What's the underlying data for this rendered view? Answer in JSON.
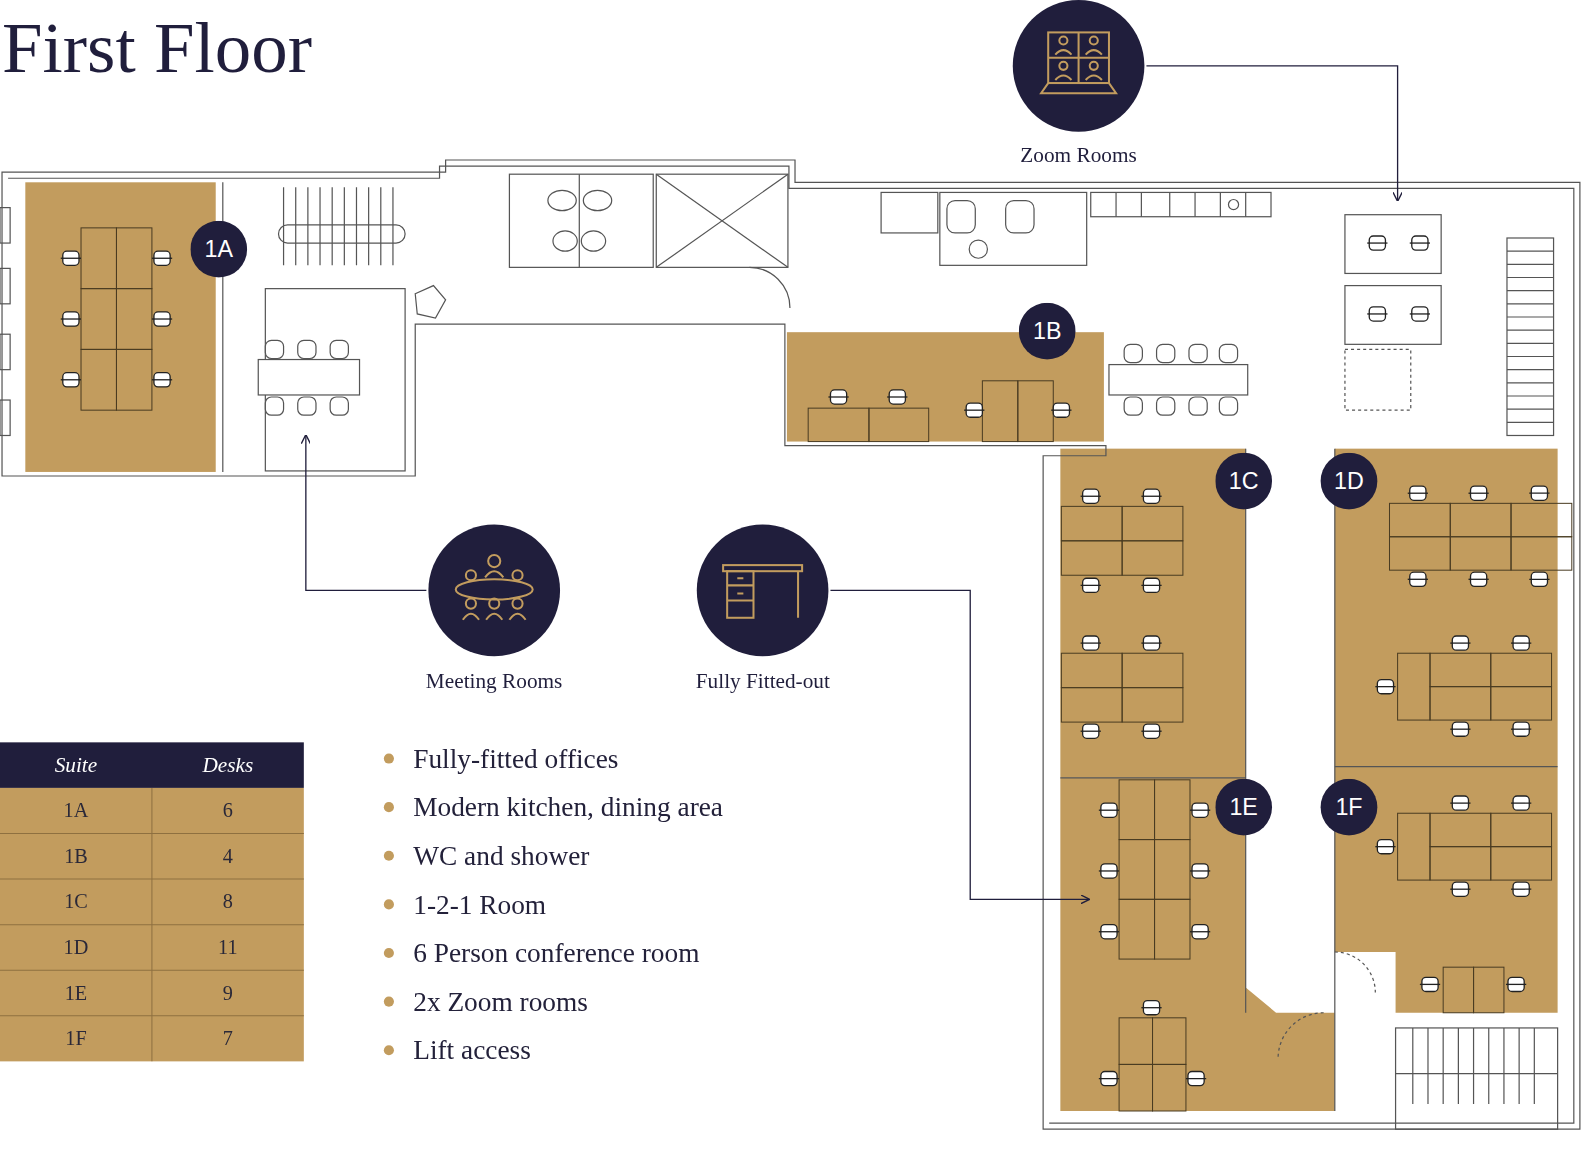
{
  "diagram": {
    "title": "First Floor",
    "nodes": [
      {
        "text": [
          "Zoom Rooms"
        ]
      },
      {
        "text": [
          "1A"
        ]
      },
      {
        "text": [
          "1B"
        ]
      },
      {
        "text": [
          "1C"
        ]
      },
      {
        "text": [
          "1D"
        ]
      },
      {
        "text": [
          "Meeting Rooms"
        ]
      },
      {
        "text": [
          "Fully Fitted-out"
        ]
      },
      {
        "text": [
          "1E"
        ]
      },
      {
        "text": [
          "1F"
        ]
      }
    ],
    "labels": [
      "Suite",
      "Desks",
      "1A",
      "6",
      "1B",
      "4",
      "1C",
      "8",
      "1D",
      "11",
      "1E",
      "9",
      "1F",
      "7",
      "Fully-fitted offices",
      "Modern kitchen, dining area",
      "WC and shower",
      "1-2-1 Room",
      "6 Person conference room",
      "2x Zoom rooms",
      "Lift access"
    ]
  }
}
